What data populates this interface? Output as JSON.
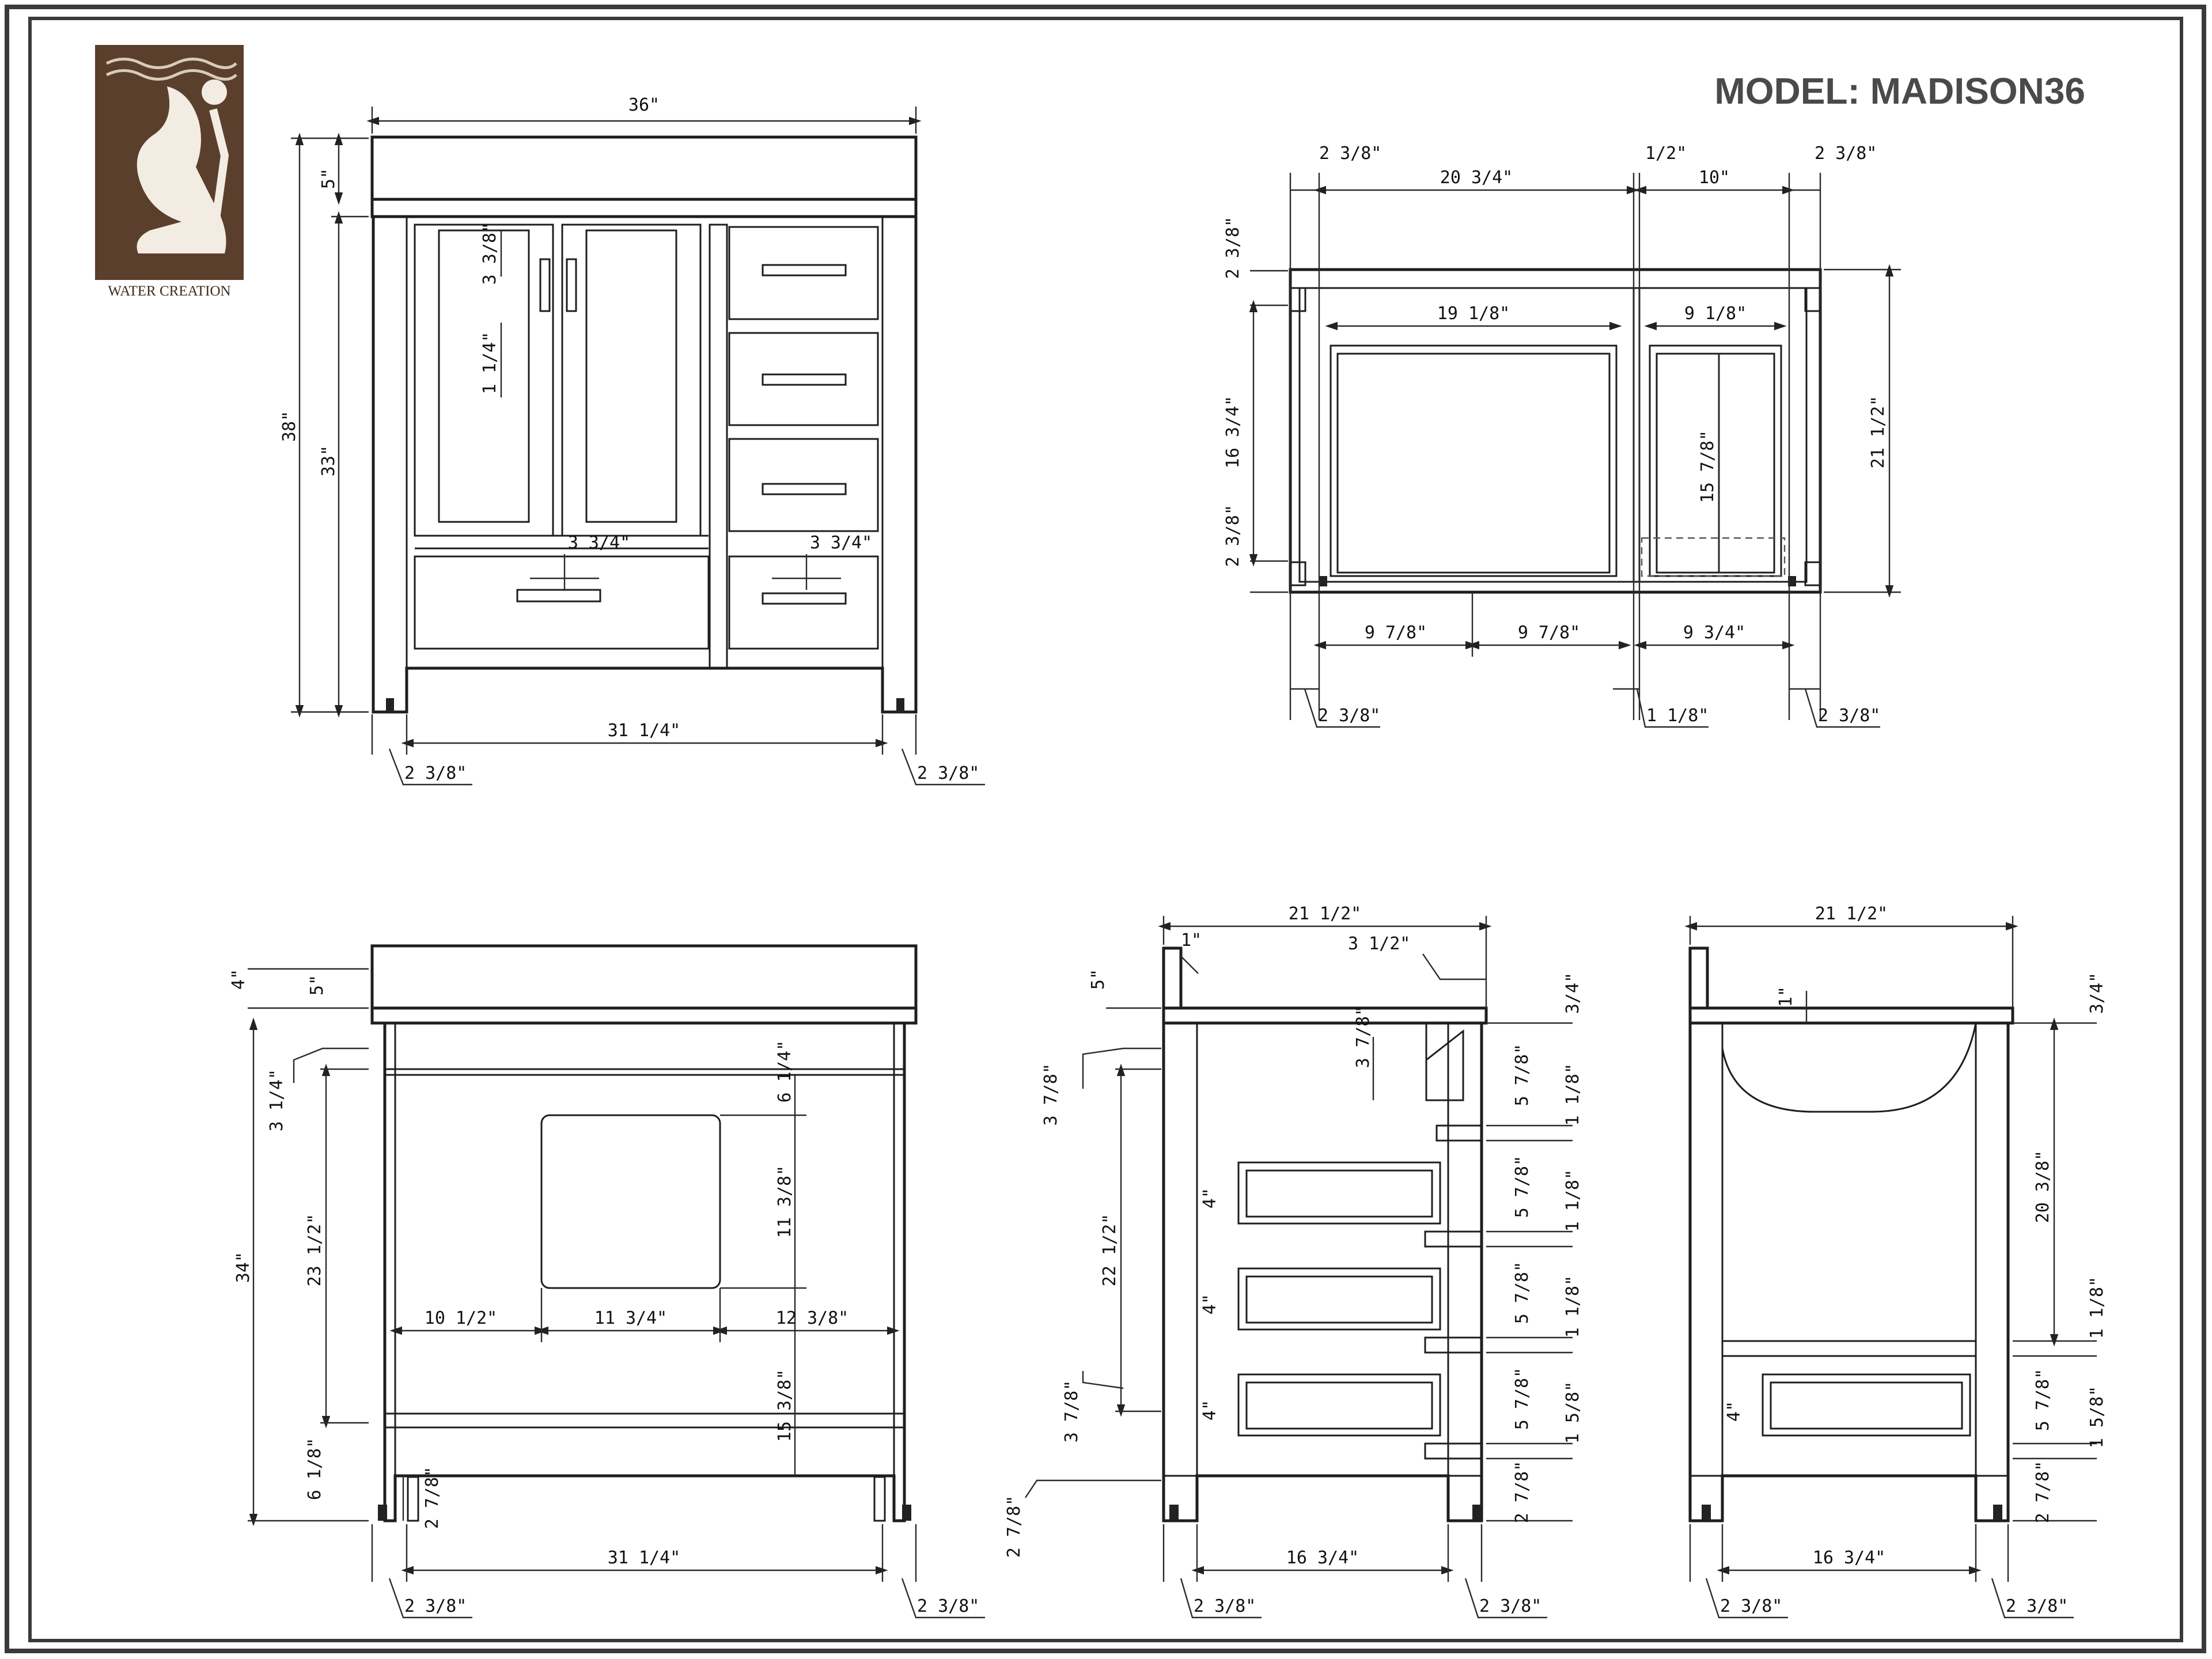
{
  "title": "MODEL: MADISON36",
  "brand": {
    "name": "WATER CREATION",
    "logo_color": "#5a3f2c"
  },
  "front_view": {
    "width": "36\"",
    "height_total": "38\"",
    "height_cabinet": "33\"",
    "backsplash": "5\"",
    "leg_span": "31 1/4\"",
    "leg_left": "2 3/8\"",
    "leg_right": "2 3/8\"",
    "handle_offset": "3 3/8\"",
    "handle_len": "1 1/4\"",
    "handle_a": "3 3/4\"",
    "handle_b": "3 3/4\""
  },
  "top_view": {
    "left_margin": "2 3/8\"",
    "main_width": "20 3/4\"",
    "gap": "1/2\"",
    "side_width": "10\"",
    "right_margin": "2 3/8\"",
    "main_inner": "19 1/8\"",
    "side_inner": "9 1/8\"",
    "depth_a": "2 3/8\"",
    "depth_b": "16 3/4\"",
    "depth_c": "2 3/8\"",
    "total_depth": "21 1/2\"",
    "side_depth": "15 7/8\"",
    "bottom_a": "9 7/8\"",
    "bottom_b": "9 7/8\"",
    "bottom_c": "9 3/4\"",
    "foot_left": "2 3/8\"",
    "foot_mid": "1 1/8\"",
    "foot_right": "2 3/8\""
  },
  "back_view": {
    "top_a": "4\"",
    "top_b": "5\"",
    "left_a": "3 1/4\"",
    "total": "34\"",
    "mid": "23 1/2\"",
    "low": "6 1/8\"",
    "opening_top": "6 1/4\"",
    "opening_h": "11 3/8\"",
    "opening_below": "15 3/8\"",
    "span_l": "10 1/2\"",
    "span_c": "11 3/4\"",
    "span_r": "12 3/8\"",
    "foot_h": "2 7/8\"",
    "leg_span": "31 1/4\"",
    "leg_left": "2 3/8\"",
    "leg_right": "2 3/8\""
  },
  "side_view": {
    "depth": "21 1/2\"",
    "back": "1\"",
    "sink": "3 1/2\"",
    "top": "5\"",
    "top_r": "3/4\"",
    "left_a": "3 7/8\"",
    "left_mid": "22 1/2\"",
    "left_b": "3 7/8\"",
    "foot": "2 7/8\"",
    "sink_depth": "3 7/8\"",
    "drawer_h1": "5 7/8\"",
    "gap1": "1 1/8\"",
    "drawer_h2": "5 7/8\"",
    "gap2": "1 1/8\"",
    "drawer_h3": "5 7/8\"",
    "gap3": "1 1/8\"",
    "drawer_h4": "5 7/8\"",
    "gap4": "1 5/8\"",
    "foot_r": "2 7/8\"",
    "drawer_depth": "4\"",
    "leg_span": "16 3/4\"",
    "leg_left": "2 3/8\"",
    "leg_right": "2 3/8\""
  },
  "side_view_2": {
    "depth": "21 1/2\"",
    "top_gap": "1\"",
    "top_r": "3/4\"",
    "height": "20 3/8\"",
    "gap": "1 1/8\"",
    "drawer_h": "5 7/8\"",
    "drawer_depth": "4\"",
    "gap2": "1 5/8\"",
    "foot": "2 7/8\"",
    "leg_span": "16 3/4\"",
    "leg_left": "2 3/8\"",
    "leg_right": "2 3/8\""
  }
}
